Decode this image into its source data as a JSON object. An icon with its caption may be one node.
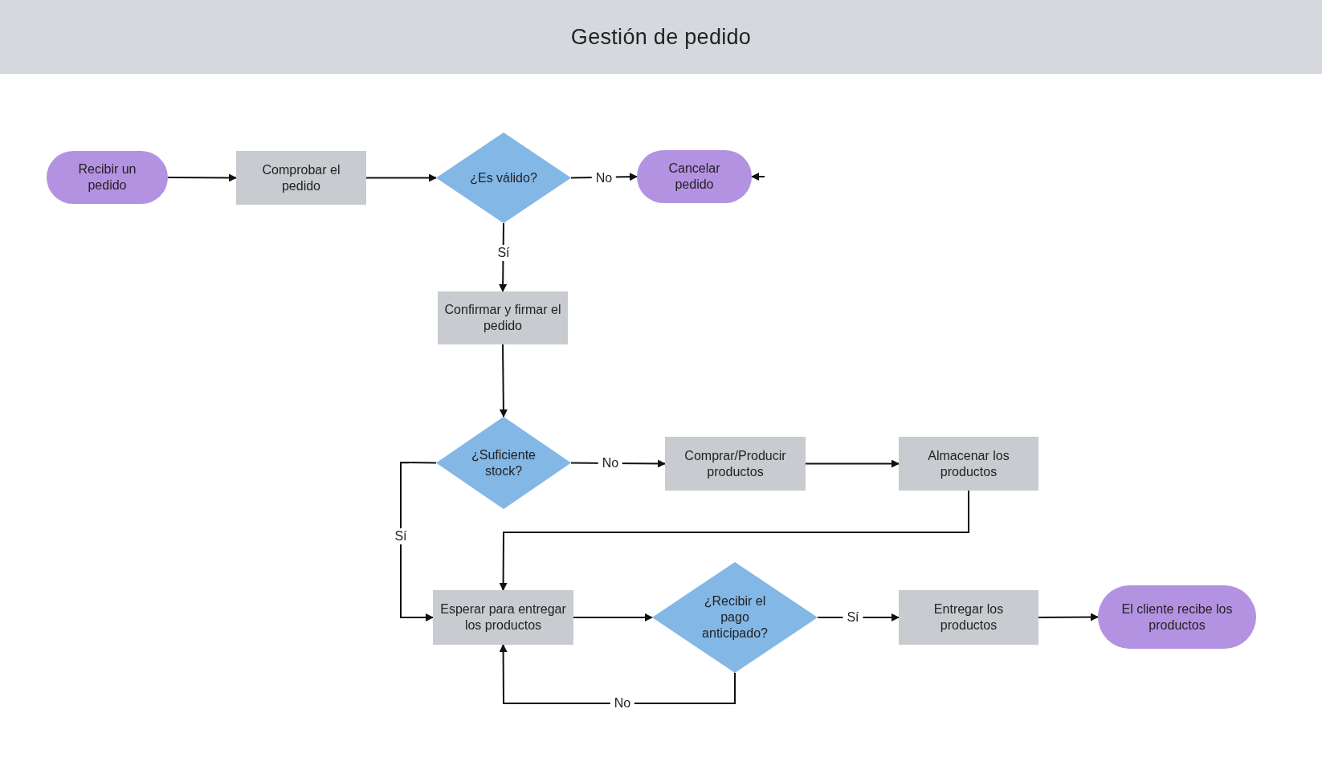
{
  "diagram": {
    "title": "Gestión de pedido",
    "nodes": [
      {
        "text": [
          "Recibir un pedido"
        ]
      },
      {
        "text": [
          "Comprobar el pedido"
        ]
      },
      {
        "text": [
          "¿Es válido?"
        ]
      },
      {
        "text": [
          "Cancelar pedido"
        ]
      },
      {
        "text": [
          "Confirmar y firmar el pedido"
        ]
      },
      {
        "text": [
          "¿Suficiente stock?"
        ]
      },
      {
        "text": [
          "Comprar/Producir productos"
        ]
      },
      {
        "text": [
          "Almacenar los productos"
        ]
      },
      {
        "text": [
          "Esperar para entregar los productos"
        ]
      },
      {
        "text": [
          "¿Recibir el pago anticipado?"
        ]
      },
      {
        "text": [
          "Entregar los productos"
        ]
      },
      {
        "text": [
          "El cliente recibe los productos"
        ]
      }
    ],
    "edges": [
      {
        "from": 0,
        "to": 1,
        "arrow": "to"
      },
      {
        "from": 1,
        "to": 2,
        "arrow": "to"
      },
      {
        "from": 2,
        "to": 3,
        "arrow": "to",
        "label": "No"
      },
      {
        "from": 2,
        "to": 4,
        "arrow": "to",
        "label": "Sí"
      },
      {
        "from": 4,
        "to": 5,
        "arrow": "to"
      },
      {
        "from": 5,
        "to": 6,
        "arrow": "to",
        "label": "No"
      },
      {
        "from": 6,
        "to": 7,
        "arrow": "to"
      },
      {
        "from": 7,
        "to": 8,
        "arrow": "to"
      },
      {
        "from": 5,
        "to": 8,
        "arrow": "to",
        "label": "Sí"
      },
      {
        "from": 8,
        "to": 9,
        "arrow": "to"
      },
      {
        "from": 9,
        "to": 10,
        "arrow": "to",
        "label": "Sí"
      },
      {
        "from": 10,
        "to": 11,
        "arrow": "to"
      },
      {
        "from": 9,
        "to": 8,
        "arrow": "to",
        "label": "No"
      },
      {
        "from": null,
        "to": 3,
        "arrow": "to"
      }
    ]
  }
}
